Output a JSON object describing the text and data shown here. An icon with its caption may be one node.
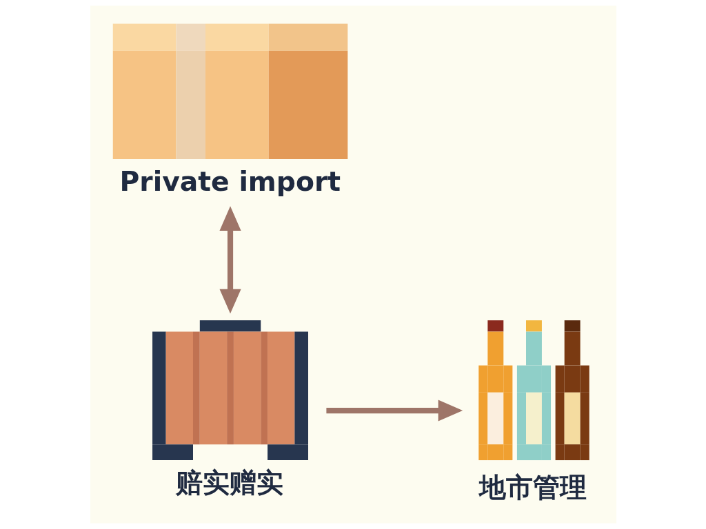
{
  "diagram": {
    "nodes": [
      {
        "text": [
          "Private import"
        ]
      },
      {
        "text": [
          "赔实赠实"
        ]
      },
      {
        "text": [
          "地市管理"
        ]
      }
    ],
    "edges": [
      {
        "from": 0,
        "to": 1,
        "arrow": "both"
      },
      {
        "from": 1,
        "to": 2,
        "arrow": "to"
      }
    ]
  }
}
